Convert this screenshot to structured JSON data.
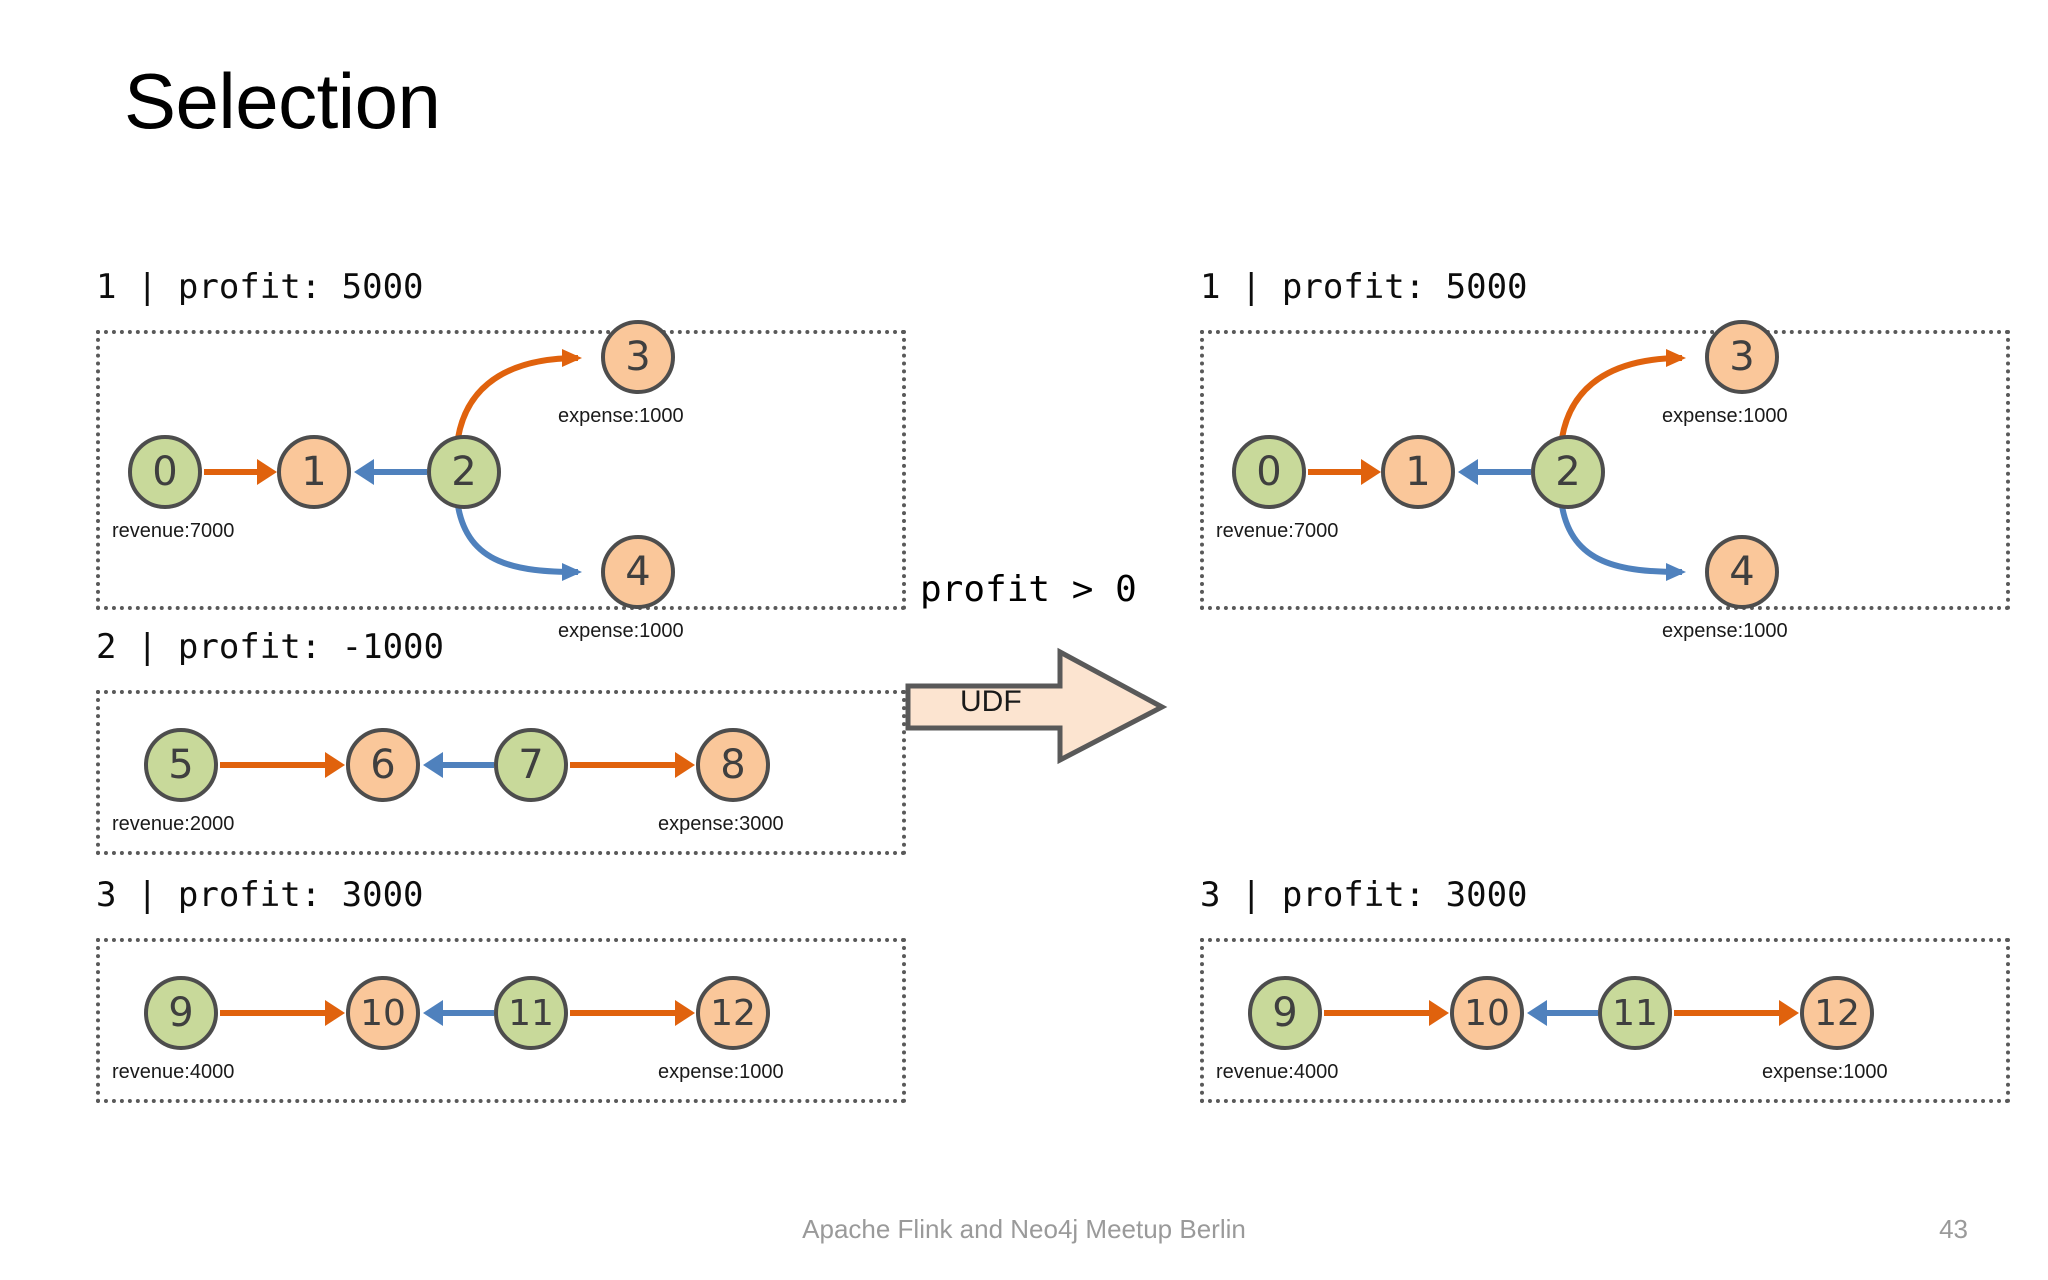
{
  "slide": {
    "title": "Selection",
    "footer_text": "Apache Flink and Neo4j Meetup Berlin",
    "page_number": "43"
  },
  "colors": {
    "node_source": "#c8d99a",
    "node_target": "#fac79a",
    "node_border": "#4d4d4d",
    "edge_orange": "#e0620d",
    "edge_blue": "#4f81bd",
    "panel_border": "#595959",
    "udf_fill": "#fce4d0",
    "udf_border": "#595959",
    "footer": "#9a9a9a"
  },
  "udf": {
    "condition": "profit > 0",
    "label": "UDF"
  },
  "input_groups": [
    {
      "label": "1 | profit: 5000",
      "id": "1",
      "profit": "5000",
      "nodes": [
        {
          "id": "0",
          "label": "0",
          "type": "source",
          "prop": "revenue:7000"
        },
        {
          "id": "1",
          "label": "1",
          "type": "target",
          "prop": ""
        },
        {
          "id": "2",
          "label": "2",
          "type": "source",
          "prop": ""
        },
        {
          "id": "3",
          "label": "3",
          "type": "target",
          "prop": "expense:1000"
        },
        {
          "id": "4",
          "label": "4",
          "type": "target",
          "prop": "expense:1000"
        }
      ],
      "edges": [
        {
          "from": "0",
          "to": "1",
          "color": "orange"
        },
        {
          "from": "2",
          "to": "1",
          "color": "blue"
        },
        {
          "from": "2",
          "to": "3",
          "color": "orange"
        },
        {
          "from": "2",
          "to": "4",
          "color": "blue"
        }
      ]
    },
    {
      "label": "2 | profit: -1000",
      "id": "2",
      "profit": "-1000",
      "nodes": [
        {
          "id": "5",
          "label": "5",
          "type": "source",
          "prop": "revenue:2000"
        },
        {
          "id": "6",
          "label": "6",
          "type": "target",
          "prop": ""
        },
        {
          "id": "7",
          "label": "7",
          "type": "source",
          "prop": ""
        },
        {
          "id": "8",
          "label": "8",
          "type": "target",
          "prop": "expense:3000"
        }
      ],
      "edges": [
        {
          "from": "5",
          "to": "6",
          "color": "orange"
        },
        {
          "from": "7",
          "to": "6",
          "color": "blue"
        },
        {
          "from": "7",
          "to": "8",
          "color": "orange"
        }
      ]
    },
    {
      "label": "3 | profit: 3000",
      "id": "3",
      "profit": "3000",
      "nodes": [
        {
          "id": "9",
          "label": "9",
          "type": "source",
          "prop": "revenue:4000"
        },
        {
          "id": "10",
          "label": "10",
          "type": "target",
          "prop": ""
        },
        {
          "id": "11",
          "label": "11",
          "type": "source",
          "prop": ""
        },
        {
          "id": "12",
          "label": "12",
          "type": "target",
          "prop": "expense:1000"
        }
      ],
      "edges": [
        {
          "from": "9",
          "to": "10",
          "color": "orange"
        },
        {
          "from": "11",
          "to": "10",
          "color": "blue"
        },
        {
          "from": "11",
          "to": "12",
          "color": "orange"
        }
      ]
    }
  ],
  "output_groups": [
    {
      "label": "1 | profit: 5000",
      "id": "1",
      "profit": "5000",
      "nodes": [
        {
          "id": "0",
          "label": "0",
          "type": "source",
          "prop": "revenue:7000"
        },
        {
          "id": "1",
          "label": "1",
          "type": "target",
          "prop": ""
        },
        {
          "id": "2",
          "label": "2",
          "type": "source",
          "prop": ""
        },
        {
          "id": "3",
          "label": "3",
          "type": "target",
          "prop": "expense:1000"
        },
        {
          "id": "4",
          "label": "4",
          "type": "target",
          "prop": "expense:1000"
        }
      ]
    },
    {
      "label": "3 | profit: 3000",
      "id": "3",
      "profit": "3000",
      "nodes": [
        {
          "id": "9",
          "label": "9",
          "type": "source",
          "prop": "revenue:4000"
        },
        {
          "id": "10",
          "label": "10",
          "type": "target",
          "prop": ""
        },
        {
          "id": "11",
          "label": "11",
          "type": "source",
          "prop": ""
        },
        {
          "id": "12",
          "label": "12",
          "type": "target",
          "prop": "expense:1000"
        }
      ]
    }
  ]
}
